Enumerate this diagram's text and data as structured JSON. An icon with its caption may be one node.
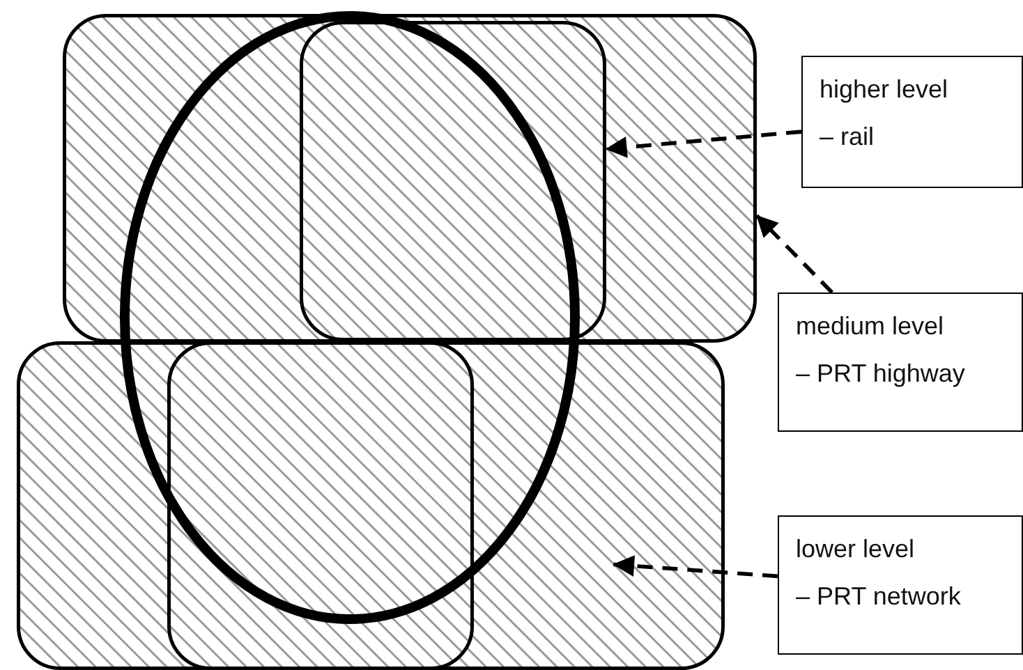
{
  "diagram": {
    "nodes": [
      {
        "text": [],
        "shape": "box"
      },
      {
        "text": [],
        "shape": "box",
        "in": 0
      },
      {
        "text": [],
        "shape": "box"
      },
      {
        "text": [],
        "shape": "box",
        "in": 2
      },
      {
        "text": [],
        "shape": "ellipse"
      },
      {
        "text": [
          "higher level – rail"
        ]
      },
      {
        "text": [
          "medium level – PRT highway"
        ]
      },
      {
        "text": [
          "lower level – PRT network"
        ]
      }
    ],
    "edges": [
      {
        "from": 5,
        "to": 1,
        "arrow": "to",
        "style": "dashed"
      },
      {
        "from": 6,
        "to": 0,
        "arrow": "to",
        "style": "dashed"
      },
      {
        "from": 7,
        "to": 2,
        "arrow": "to",
        "style": "dashed"
      }
    ]
  }
}
